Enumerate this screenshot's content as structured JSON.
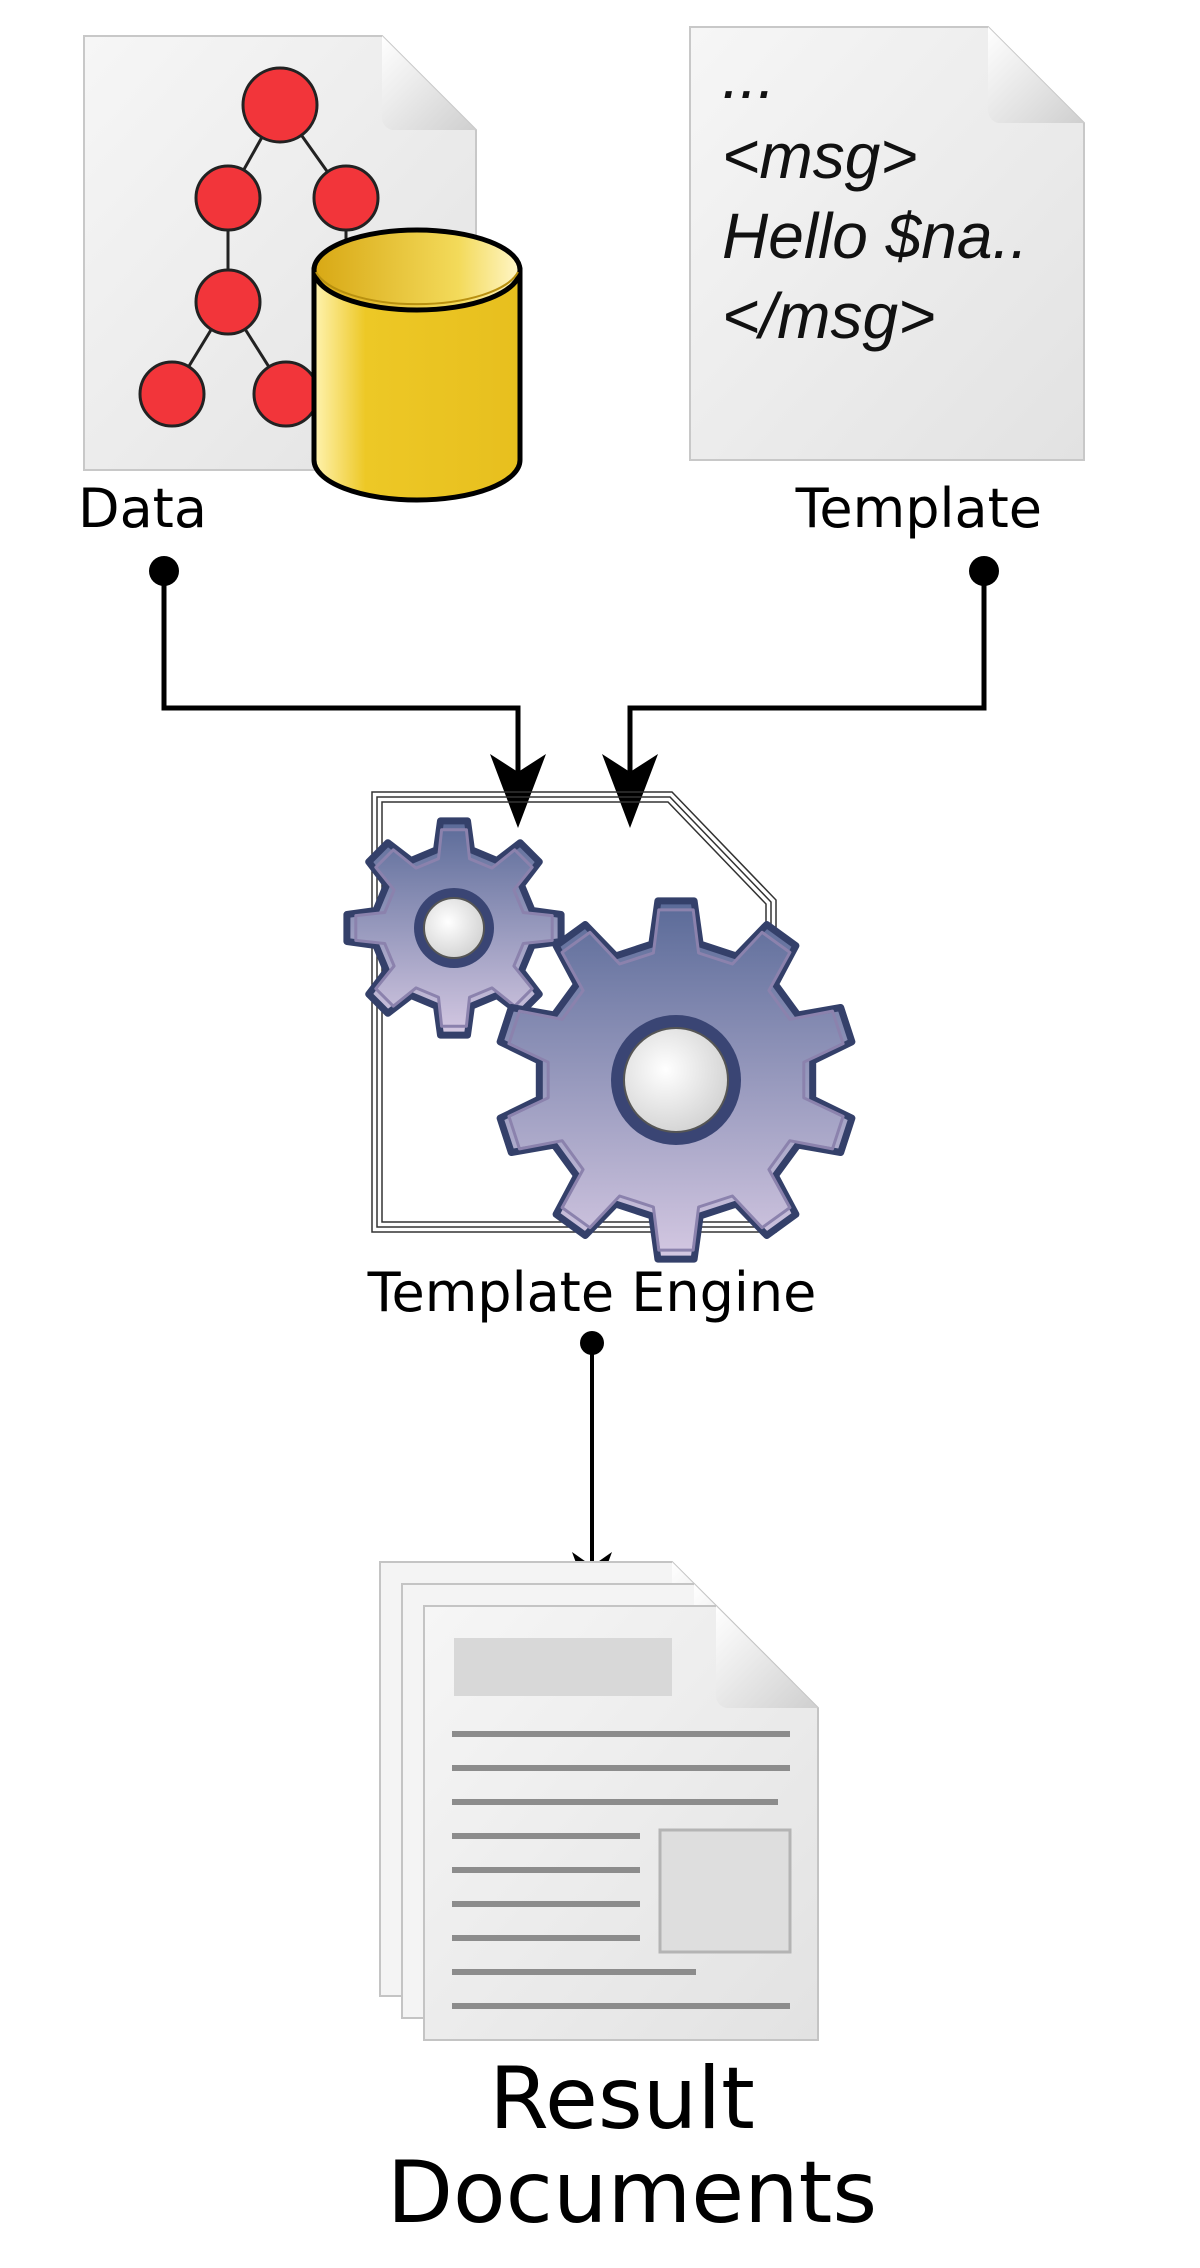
{
  "labels": {
    "data": "Data",
    "template": "Template",
    "engine": "Template Engine",
    "result_line1": "Result",
    "result_line2": "Documents"
  },
  "template_snippet": [
    "...",
    "<msg>",
    "Hello $na..",
    "</msg>"
  ],
  "colors": {
    "node_fill": "#f2353a",
    "db_fill": "#edc826",
    "gear_dark": "#4d5d8c",
    "gear_light": "#cbc0db",
    "paper": "#f0f0f0",
    "line": "#000000"
  },
  "icons": {
    "data": "tree-database-document-icon",
    "template": "template-document-icon",
    "engine": "gears-document-icon",
    "result": "stacked-documents-icon"
  }
}
